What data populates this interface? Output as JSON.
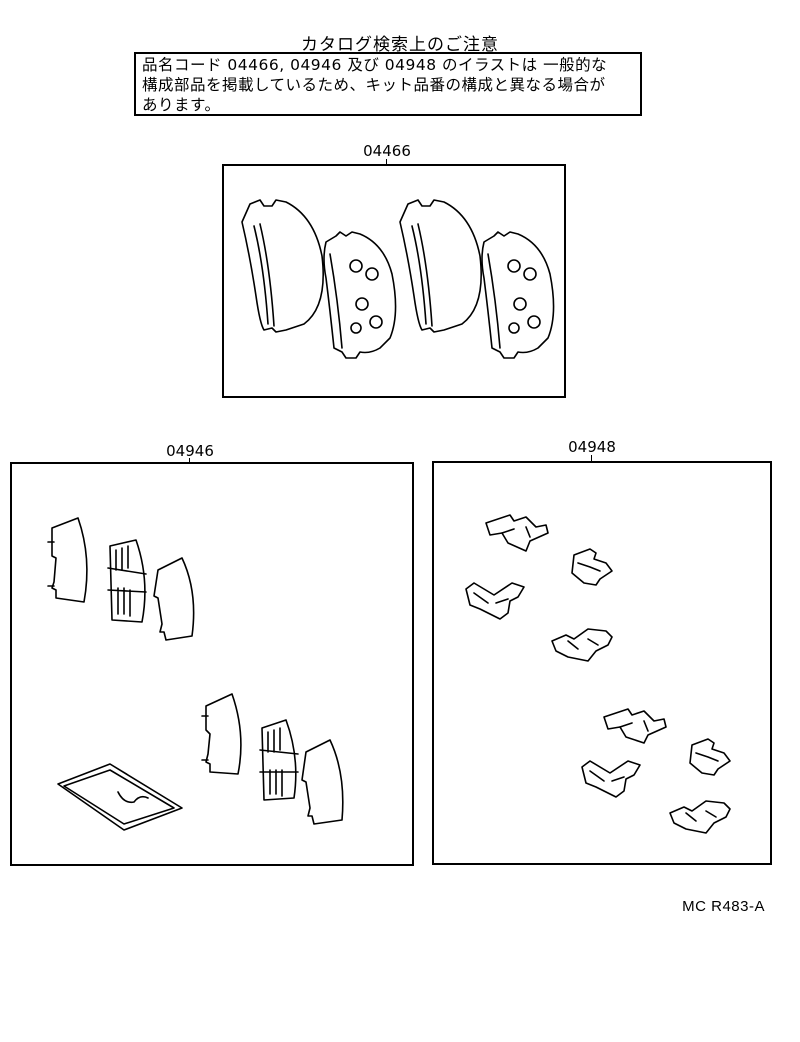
{
  "notice": {
    "heading": "カタログ検索上のご注意",
    "body": "品名コード 04466, 04946 及び 04948 のイラストは 一般的な\n構成部品を掲載しているため、キット品番の構成と異なる場合が\nあります。"
  },
  "kits": [
    {
      "label": "04466",
      "contents": "brake pads"
    },
    {
      "label": "04946",
      "contents": "anti-squeal shims and grease pack"
    },
    {
      "label": "04948",
      "contents": "pad support clips"
    }
  ],
  "figure_code": "MC  R483-A"
}
